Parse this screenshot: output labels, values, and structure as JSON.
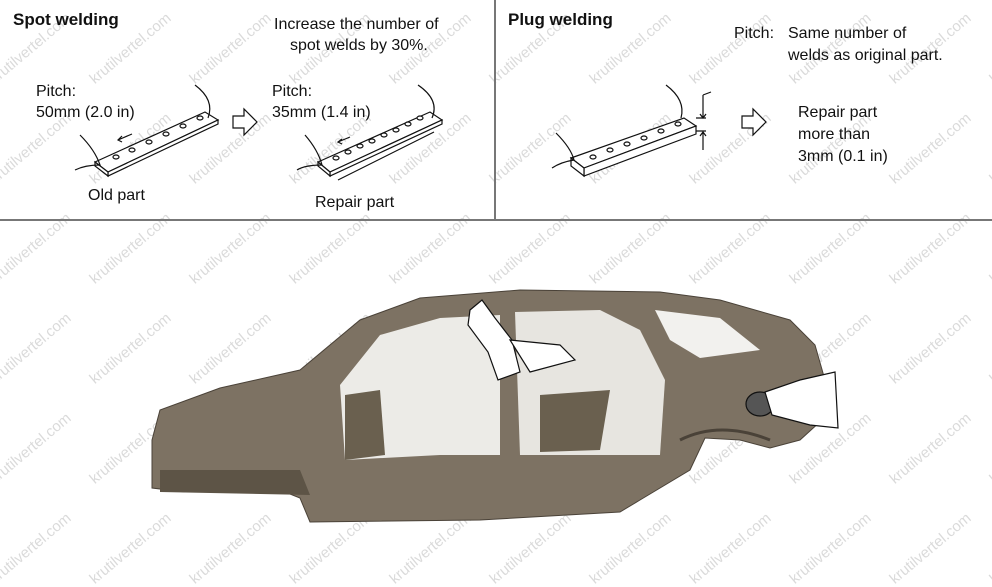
{
  "spot_welding": {
    "title": "Spot welding",
    "note_line1": "Increase the number of",
    "note_line2": "spot welds by 30%.",
    "old_pitch_label": "Pitch:",
    "old_pitch_value": "50mm (2.0 in)",
    "old_part_label": "Old part",
    "new_pitch_label": "Pitch:",
    "new_pitch_value": "35mm (1.4 in)",
    "repair_part_label": "Repair part"
  },
  "plug_welding": {
    "title": "Plug welding",
    "pitch_label": "Pitch:",
    "pitch_line1": "Same number of",
    "pitch_line2": "welds as original part.",
    "repair_line1": "Repair part",
    "repair_line2": "more than",
    "repair_line3": "3mm (0.1 in)"
  },
  "watermark": "krutilvertel.com",
  "colors": {
    "body": "#7d7263",
    "line": "#111111",
    "divider": "#777777"
  }
}
